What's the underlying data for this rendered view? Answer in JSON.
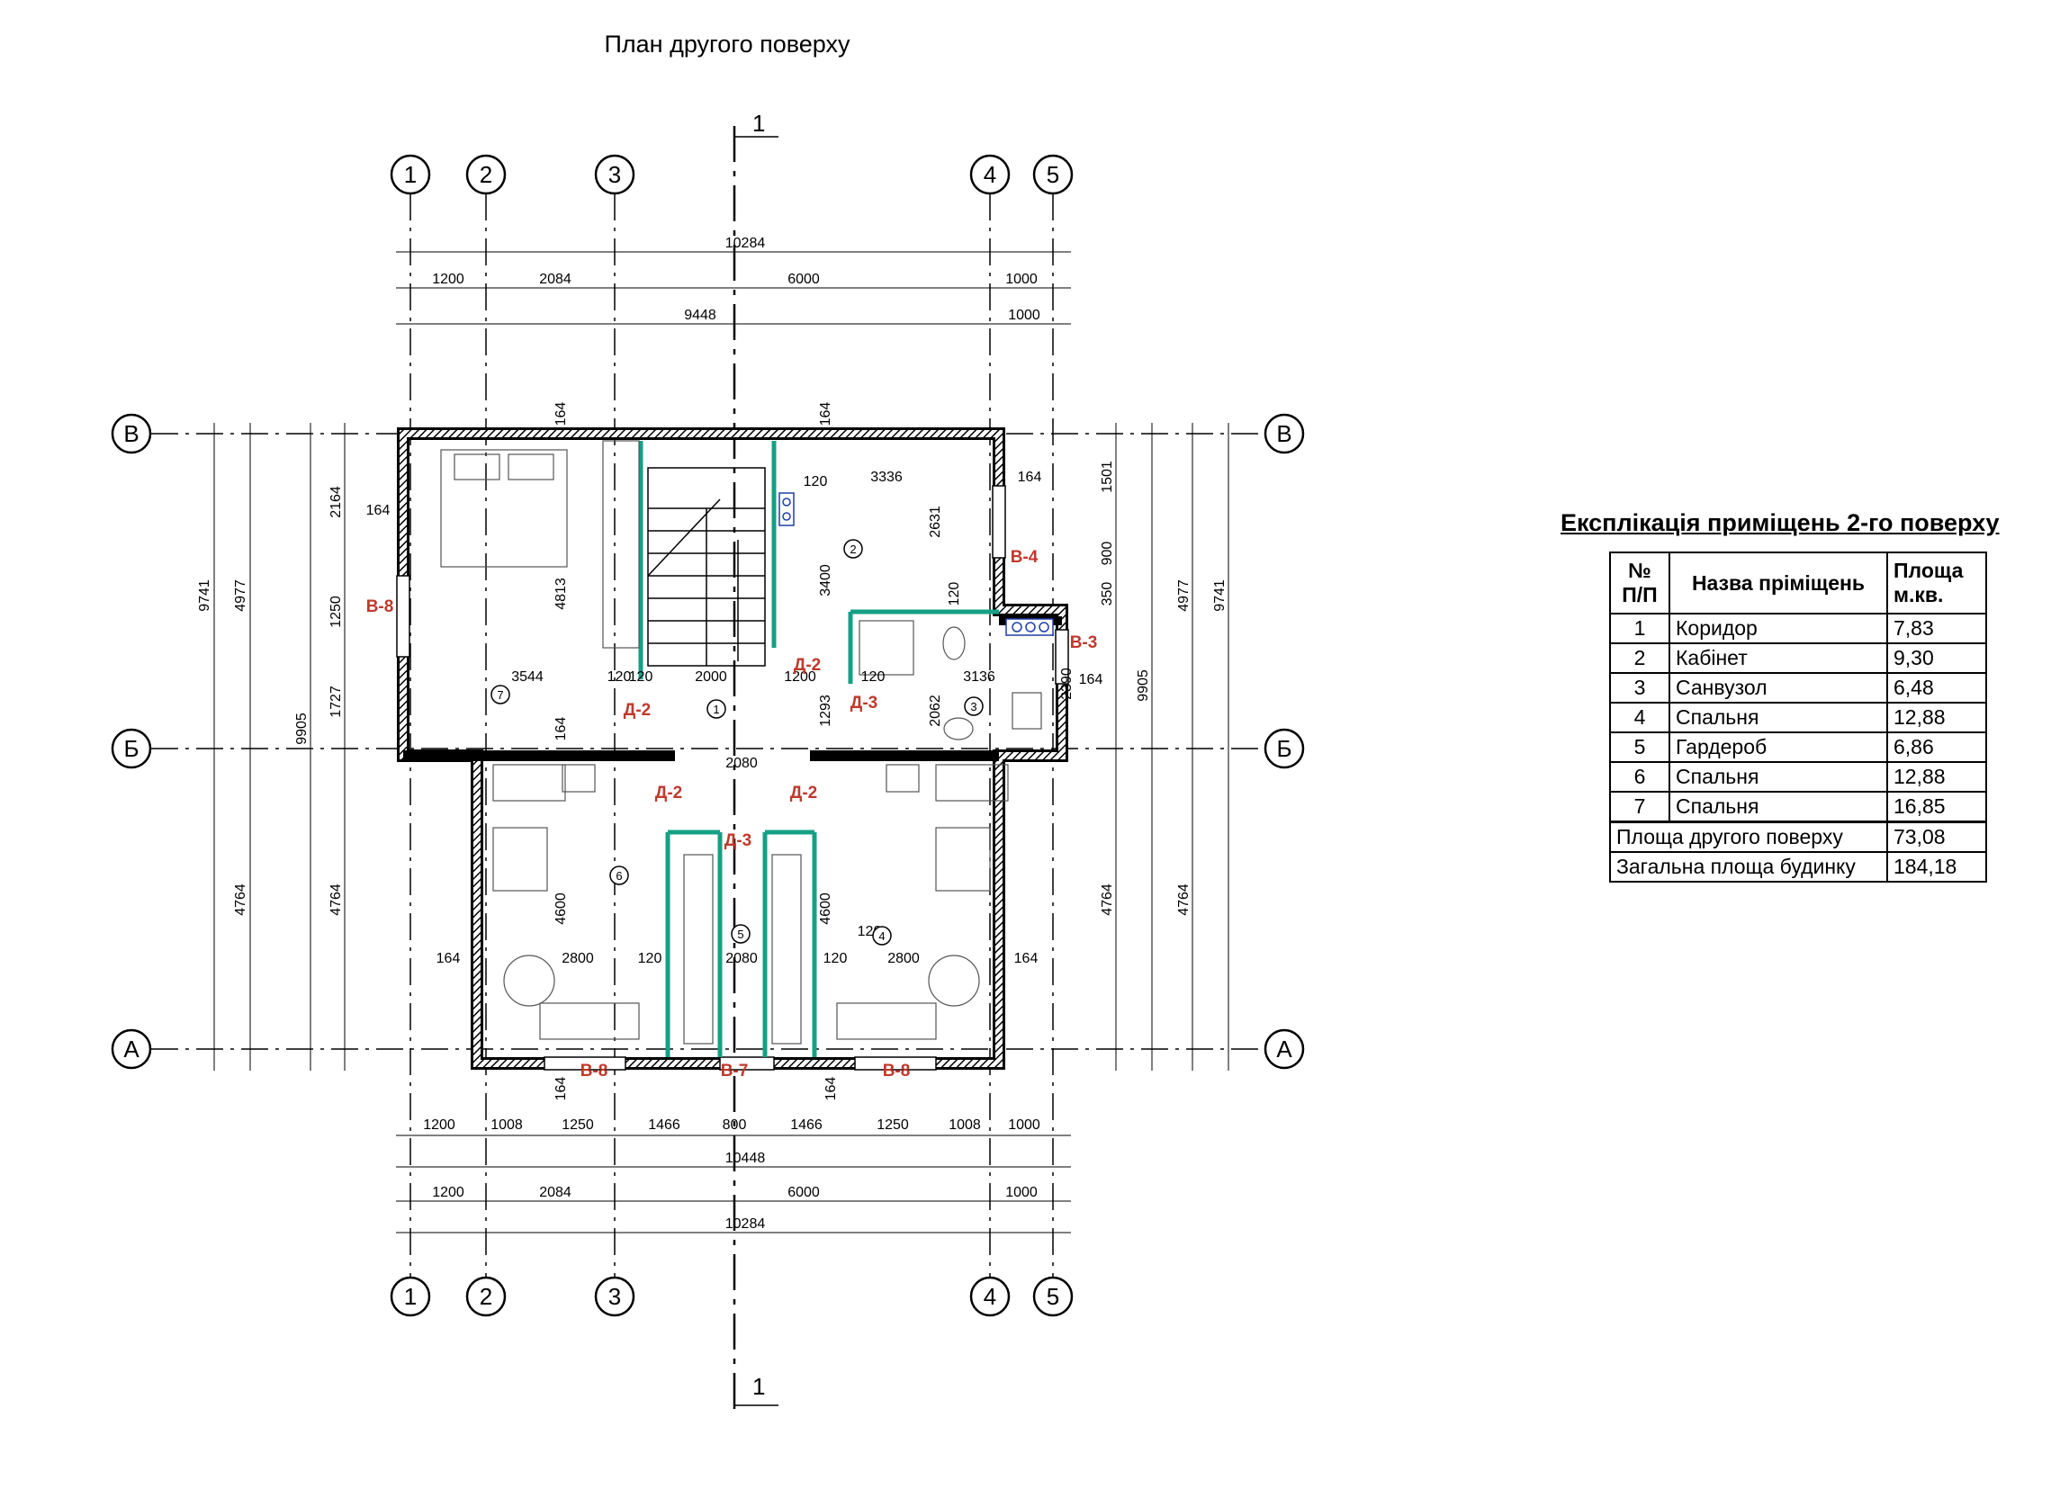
{
  "title": "План другого поверху",
  "section_mark": "1",
  "axes_vertical": [
    "1",
    "2",
    "3",
    "4",
    "5"
  ],
  "axes_horizontal": [
    "В",
    "Б",
    "А"
  ],
  "colors": {
    "wall": "#000000",
    "partition": "#14a085",
    "mark": "#c0392b",
    "fixture": "#1f3fa8"
  },
  "dims_top": {
    "overall": "10284",
    "chain": [
      "1200",
      "2084",
      "6000",
      "1000"
    ],
    "row2": [
      "9448",
      "1000"
    ]
  },
  "dims_bottom": {
    "chain": [
      "1200",
      "1008",
      "1250",
      "1466",
      "800",
      "1466",
      "1250",
      "1008",
      "1000"
    ],
    "overall1": "10448",
    "chain2": [
      "1200",
      "2084",
      "6000",
      "1000"
    ],
    "overall2": "10284"
  },
  "dims_left": {
    "outer": [
      "9741",
      "9905"
    ],
    "chain": [
      "4977",
      "4764"
    ],
    "inner": [
      "2164",
      "1250",
      "1727",
      "4764"
    ]
  },
  "dims_right": {
    "outer": [
      "9741",
      "9905"
    ],
    "chain": [
      "4977",
      "4764"
    ],
    "inner": [
      "1501",
      "900",
      "350",
      "2390",
      "4764"
    ]
  },
  "inner_dims": [
    "164",
    "164",
    "164",
    "164",
    "164",
    "164",
    "164",
    "164",
    "164",
    "164",
    "120",
    "3336",
    "2631",
    "3400",
    "4813",
    "3544",
    "120",
    "2000",
    "120",
    "1200",
    "120",
    "120",
    "3136",
    "1293",
    "2062",
    "2080",
    "4600",
    "4600",
    "2800",
    "120",
    "2080",
    "120",
    "2800",
    "120"
  ],
  "room_numbers": [
    "1",
    "2",
    "3",
    "4",
    "5",
    "6",
    "7"
  ],
  "marks": {
    "windows": [
      "В-8",
      "В-4",
      "В-3",
      "В-8",
      "В-7",
      "В-8"
    ],
    "doors": [
      "Д-2",
      "Д-2",
      "Д-3",
      "Д-2",
      "Д-2",
      "Д-3"
    ]
  },
  "explication": {
    "title": "Експлікація приміщень 2-го поверху",
    "headers": {
      "num": "№ П/П",
      "name": "Назва пріміщень",
      "area": "Площа м.кв."
    },
    "rows": [
      {
        "num": "1",
        "name": "Коридор",
        "area": "7,83"
      },
      {
        "num": "2",
        "name": "Кабінет",
        "area": "9,30"
      },
      {
        "num": "3",
        "name": "Санвузол",
        "area": "6,48"
      },
      {
        "num": "4",
        "name": "Спальня",
        "area": "12,88"
      },
      {
        "num": "5",
        "name": "Гардероб",
        "area": "6,86"
      },
      {
        "num": "6",
        "name": "Спальня",
        "area": "12,88"
      },
      {
        "num": "7",
        "name": "Спальня",
        "area": "16,85"
      }
    ],
    "totals": [
      {
        "label": "Площа другого поверху",
        "value": "73,08"
      },
      {
        "label": "Загальна площа будинку",
        "value": "184,18"
      }
    ]
  }
}
